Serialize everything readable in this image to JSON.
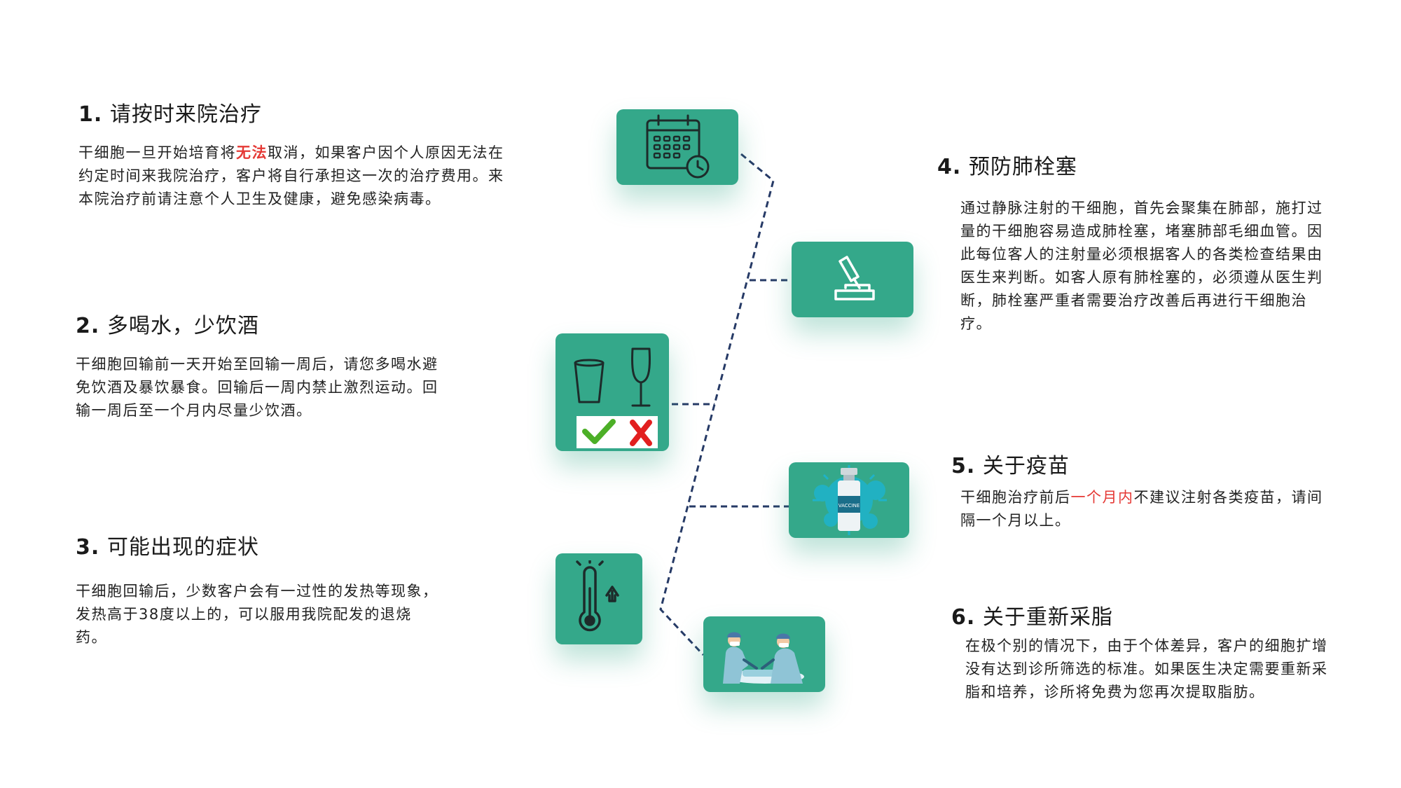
{
  "sections": [
    {
      "number": "1.",
      "title": "请按时来院治疗",
      "body": [
        {
          "text": "干细胞一旦开始培育将"
        },
        {
          "text": "无法",
          "style": "hl-bold"
        },
        {
          "text": "取消，如果客户因个人原因无法在约定时间来我院治疗，客户将自行承担这一次的治疗费用。来本院治疗前请注意个人卫生及健康，避免感染病毒。"
        }
      ]
    },
    {
      "number": "2.",
      "title": "多喝水，少饮酒",
      "body": [
        {
          "text": "干细胞回输前一天开始至回输一周后，请您多喝水避免饮酒及暴饮暴食。回输后一周内禁止激烈运动。回输一周后至一个月内尽量少饮酒。"
        }
      ]
    },
    {
      "number": "3.",
      "title": "可能出现的症状",
      "body": [
        {
          "text": "干细胞回输后，少数客户会有一过性的发热等现象，发热高于38度以上的，可以服用我院配发的退烧药。"
        }
      ]
    },
    {
      "number": "4.",
      "title": "预防肺栓塞",
      "body": [
        {
          "text": "通过静脉注射的干细胞，首先会聚集在肺部，施打过量的干细胞容易造成肺栓塞，堵塞肺部毛细血管。因此每位客人的注射量必须根据客人的各类检查结果由医生来判断。如客人原有肺栓塞的，必须遵从医生判断，肺栓塞严重者需要治疗改善后再进行干细胞治疗。"
        }
      ]
    },
    {
      "number": "5.",
      "title": "关于疫苗",
      "body": [
        {
          "text": "干细胞治疗前后"
        },
        {
          "text": "一个月内",
          "style": "hl"
        },
        {
          "text": "不建议注射各类疫苗，请间隔一个月以上。"
        }
      ]
    },
    {
      "number": "6.",
      "title": "关于重新采脂",
      "body": [
        {
          "text": "在极个别的情况下，由于个体差异，客户的细胞扩增没有达到诊所筛选的标准。如果医生决定需要重新采脂和培养，诊所将免费为您再次提取脂肪。"
        }
      ]
    }
  ],
  "icons": {
    "calendar": "calendar-clock-icon",
    "injection": "injection-arm-icon",
    "drinks": "water-wine-icon",
    "vaccine": "vaccine-icon",
    "vaccine_label": "VACCINE",
    "thermometer": "thermometer-up-icon",
    "surgery": "surgery-icon"
  },
  "colors": {
    "card": "#34a88a",
    "connector": "#263a66",
    "highlight": "#e53935",
    "check": "#4caf27",
    "cross": "#e21f1f"
  }
}
